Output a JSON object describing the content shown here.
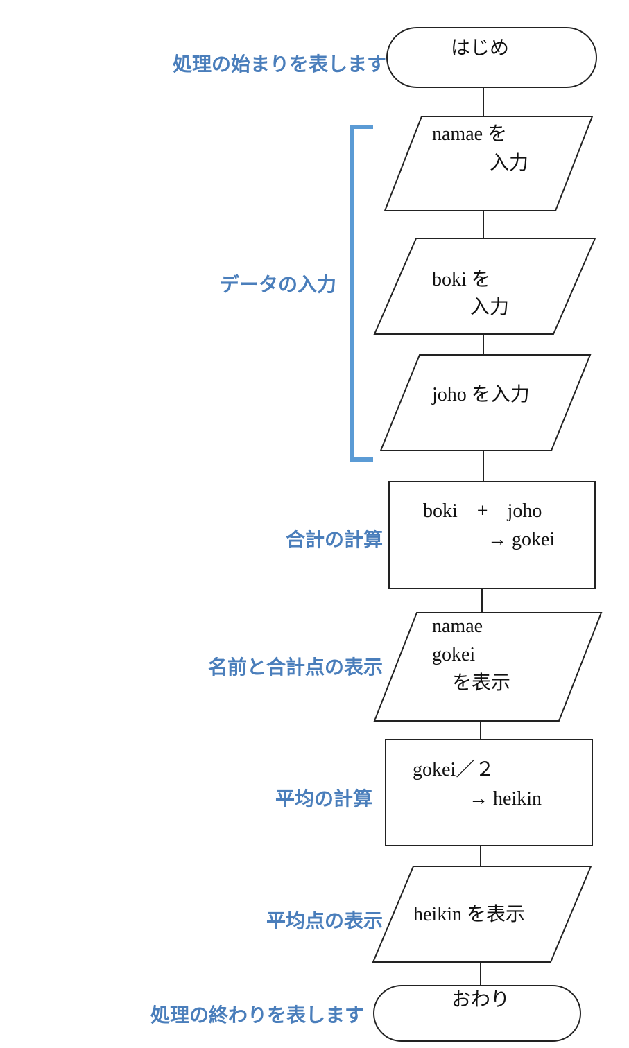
{
  "colors": {
    "annotation": "#4a7ebb",
    "bracket": "#5b9bd5",
    "stroke": "#222222"
  },
  "notes": {
    "start": "処理の始まりを表します",
    "input": "データの入力",
    "sum": "合計の計算",
    "show_total": "名前と合計点の表示",
    "avg": "平均の計算",
    "show_avg": "平均点の表示",
    "end": "処理の終わりを表します"
  },
  "nodes": {
    "start": {
      "label": "はじめ"
    },
    "in_namae": {
      "line1": "namae を",
      "line2": "入力"
    },
    "in_boki": {
      "line1": "boki を",
      "line2": "入力"
    },
    "in_joho": {
      "label": "joho を入力"
    },
    "calc_sum": {
      "line1": "boki　+　joho",
      "line2": "→ gokei"
    },
    "out_total": {
      "line1": "namae",
      "line2": "gokei",
      "line3": "を表示"
    },
    "calc_avg": {
      "line1": "gokei／２",
      "line2": "→ heikin"
    },
    "out_avg": {
      "label": "heikin を表示"
    },
    "end": {
      "label": "おわり"
    }
  }
}
